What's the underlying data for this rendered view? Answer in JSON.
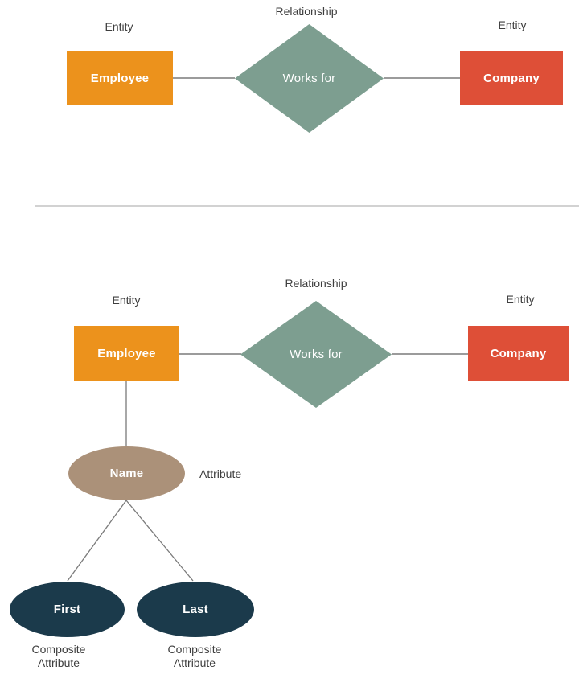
{
  "colors": {
    "canvas": "#ffffff",
    "entity-orange": "#ec921c",
    "entity-red": "#de4f37",
    "relationship-green": "#7d9e90",
    "attribute-tan": "#ab9179",
    "attribute-navy": "#1b3a4b",
    "connector-gray": "#7a7a7a",
    "divider-gray": "#d2d2d2",
    "label-gray": "#3e3e3e",
    "shape-text": "#ffffff"
  },
  "top_diagram": {
    "relationship_caption": "Relationship",
    "left_entity_caption": "Entity",
    "right_entity_caption": "Entity",
    "employee_label": "Employee",
    "works_for_label": "Works for",
    "company_label": "Company"
  },
  "bottom_diagram": {
    "relationship_caption": "Relationship",
    "left_entity_caption": "Entity",
    "right_entity_caption": "Entity",
    "employee_label": "Employee",
    "works_for_label": "Works for",
    "company_label": "Company",
    "name_label": "Name",
    "attribute_caption": "Attribute",
    "first_label": "First",
    "last_label": "Last",
    "first_caption": "Composite\nAttribute",
    "last_caption": "Composite\nAttribute"
  }
}
